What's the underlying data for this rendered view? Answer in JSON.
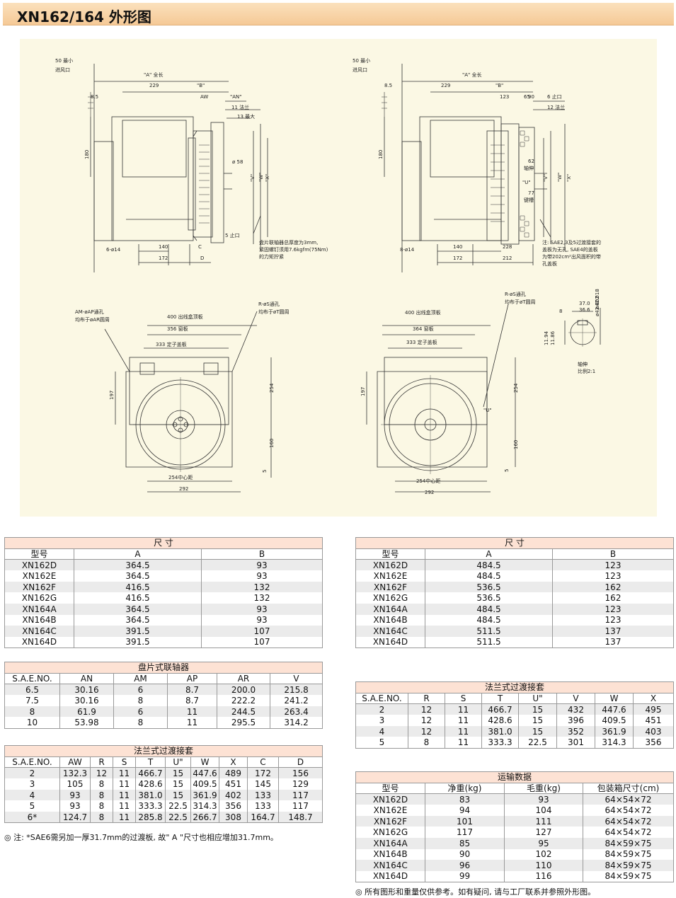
{
  "title": "XN162/164 外形图",
  "drawing": {
    "left_view": {
      "labels": [
        "50 最小",
        "进风口",
        "\"A\" 全长",
        "8.5",
        "229",
        "\"B\"",
        "AW",
        "\"AN\"",
        "11 法兰",
        "13 最大",
        "180",
        "ø 58",
        "\"V\"",
        "\"W\"",
        "\"X\"",
        "140",
        "C",
        "5 止口",
        "6-ø14",
        "172",
        "D"
      ],
      "note": [
        "盘片联轴器总厚度为3mm,",
        "紧固螺钉须用7.6kgfm(75Nm)",
        "的力矩拧紧"
      ]
    },
    "right_view": {
      "labels": [
        "50 最小",
        "进风口",
        "\"A\" 全长",
        "8.5",
        "229",
        "\"B\"",
        "90",
        "123",
        "65",
        "6 止口",
        "12 法兰",
        "180",
        "62",
        "轴伸",
        "77",
        "键槽",
        "\"U\"",
        "\"V\"",
        "\"W\"",
        "\"X\"",
        "140",
        "228",
        "8-ø14",
        "172",
        "212"
      ],
      "note": [
        "注: SAE2,3及5过渡接套的",
        "盖板为无孔, SAE4的盖板",
        "为带202cm²出风面积的带",
        "孔盖板"
      ]
    },
    "front_left": {
      "labels": [
        "AM-øAP通孔",
        "均布于øAR圆周",
        "R-øS通孔",
        "均布于øT圆周",
        "400 出线盒顶板",
        "356 窗板",
        "333 定子盖板",
        "197",
        "254",
        "160",
        "5",
        "254中心距",
        "292"
      ]
    },
    "front_right": {
      "labels": [
        "R-øS通孔",
        "均布于øT圆周",
        "400 出线盒顶板",
        "364 窗板",
        "333 定子盖板",
        "197",
        "254",
        "160",
        "5",
        "\"U\"",
        "254中心距",
        "292"
      ]
    },
    "shaft_detail": {
      "labels": [
        "37.0",
        "36.6",
        "8",
        "ø42.018",
        "ø42.002",
        "11.94",
        "11.86",
        "轴伸",
        "比例2:1"
      ]
    }
  },
  "table_dims_left": {
    "caption": "尺      寸",
    "headers": [
      "型号",
      "A",
      "B"
    ],
    "rows": [
      [
        "XN162D",
        "364.5",
        "93"
      ],
      [
        "XN162E",
        "364.5",
        "93"
      ],
      [
        "XN162F",
        "416.5",
        "132"
      ],
      [
        "XN162G",
        "416.5",
        "132"
      ],
      [
        "XN164A",
        "364.5",
        "93"
      ],
      [
        "XN164B",
        "364.5",
        "93"
      ],
      [
        "XN164C",
        "391.5",
        "107"
      ],
      [
        "XN164D",
        "391.5",
        "107"
      ]
    ]
  },
  "table_dims_right": {
    "caption": "尺      寸",
    "headers": [
      "型号",
      "A",
      "B"
    ],
    "rows": [
      [
        "XN162D",
        "484.5",
        "123"
      ],
      [
        "XN162E",
        "484.5",
        "123"
      ],
      [
        "XN162F",
        "536.5",
        "162"
      ],
      [
        "XN162G",
        "536.5",
        "162"
      ],
      [
        "XN164A",
        "484.5",
        "123"
      ],
      [
        "XN164B",
        "484.5",
        "123"
      ],
      [
        "XN164C",
        "511.5",
        "137"
      ],
      [
        "XN164D",
        "511.5",
        "137"
      ]
    ]
  },
  "table_disc": {
    "caption": "盘片式联轴器",
    "headers": [
      "S.A.E.NO.",
      "AN",
      "AM",
      "AP",
      "AR",
      "V"
    ],
    "rows": [
      [
        "6.5",
        "30.16",
        "6",
        "8.7",
        "200.0",
        "215.8"
      ],
      [
        "7.5",
        "30.16",
        "8",
        "8.7",
        "222.2",
        "241.2"
      ],
      [
        "8",
        "61.9",
        "6",
        "11",
        "244.5",
        "263.4"
      ],
      [
        "10",
        "53.98",
        "8",
        "11",
        "295.5",
        "314.2"
      ]
    ]
  },
  "table_flange_left": {
    "caption": "法兰式过渡接套",
    "headers": [
      "S.A.E.NO.",
      "AW",
      "R",
      "S",
      "T",
      "U\"",
      "W",
      "X",
      "C",
      "D"
    ],
    "rows": [
      [
        "2",
        "132.3",
        "12",
        "11",
        "466.7",
        "15",
        "447.6",
        "489",
        "172",
        "156"
      ],
      [
        "3",
        "105",
        "8",
        "11",
        "428.6",
        "15",
        "409.5",
        "451",
        "145",
        "129"
      ],
      [
        "4",
        "93",
        "8",
        "11",
        "381.0",
        "15",
        "361.9",
        "402",
        "133",
        "117"
      ],
      [
        "5",
        "93",
        "8",
        "11",
        "333.3",
        "22.5",
        "314.3",
        "356",
        "133",
        "117"
      ],
      [
        "6*",
        "124.7",
        "8",
        "11",
        "285.8",
        "22.5",
        "266.7",
        "308",
        "164.7",
        "148.7"
      ]
    ],
    "note": "◎ 注: *SAE6需另加一厚31.7mm的过渡板, 故\" A \"尺寸也相应增加31.7mm。"
  },
  "table_flange_right": {
    "caption": "法兰式过渡接套",
    "headers": [
      "S.A.E.NO.",
      "R",
      "S",
      "T",
      "U\"",
      "V",
      "W",
      "X"
    ],
    "rows": [
      [
        "2",
        "12",
        "11",
        "466.7",
        "15",
        "432",
        "447.6",
        "495"
      ],
      [
        "3",
        "12",
        "11",
        "428.6",
        "15",
        "396",
        "409.5",
        "451"
      ],
      [
        "4",
        "12",
        "11",
        "381.0",
        "15",
        "352",
        "361.9",
        "403"
      ],
      [
        "5",
        "8",
        "11",
        "333.3",
        "22.5",
        "301",
        "314.3",
        "356"
      ]
    ]
  },
  "table_shipping": {
    "caption": "运输数据",
    "headers": [
      "型号",
      "净重(kg)",
      "毛重(kg)",
      "包装箱尺寸(cm)"
    ],
    "rows": [
      [
        "XN162D",
        "83",
        "93",
        "64×54×72"
      ],
      [
        "XN162E",
        "94",
        "104",
        "64×54×72"
      ],
      [
        "XN162F",
        "101",
        "111",
        "64×54×72"
      ],
      [
        "XN162G",
        "117",
        "127",
        "64×54×72"
      ],
      [
        "XN164A",
        "85",
        "95",
        "84×59×75"
      ],
      [
        "XN164B",
        "90",
        "102",
        "84×59×75"
      ],
      [
        "XN164C",
        "96",
        "110",
        "84×59×75"
      ],
      [
        "XN164D",
        "99",
        "116",
        "84×59×75"
      ]
    ],
    "note": "◎    所有图形和重量仅供参考。如有疑问, 请与工厂联系并参照外形图。"
  },
  "colors": {
    "title_bar": "#f5c996",
    "drawing_bg": "#fbf8e4",
    "caption_bg": "#fde2d4",
    "row_shade": "#ebebeb"
  }
}
